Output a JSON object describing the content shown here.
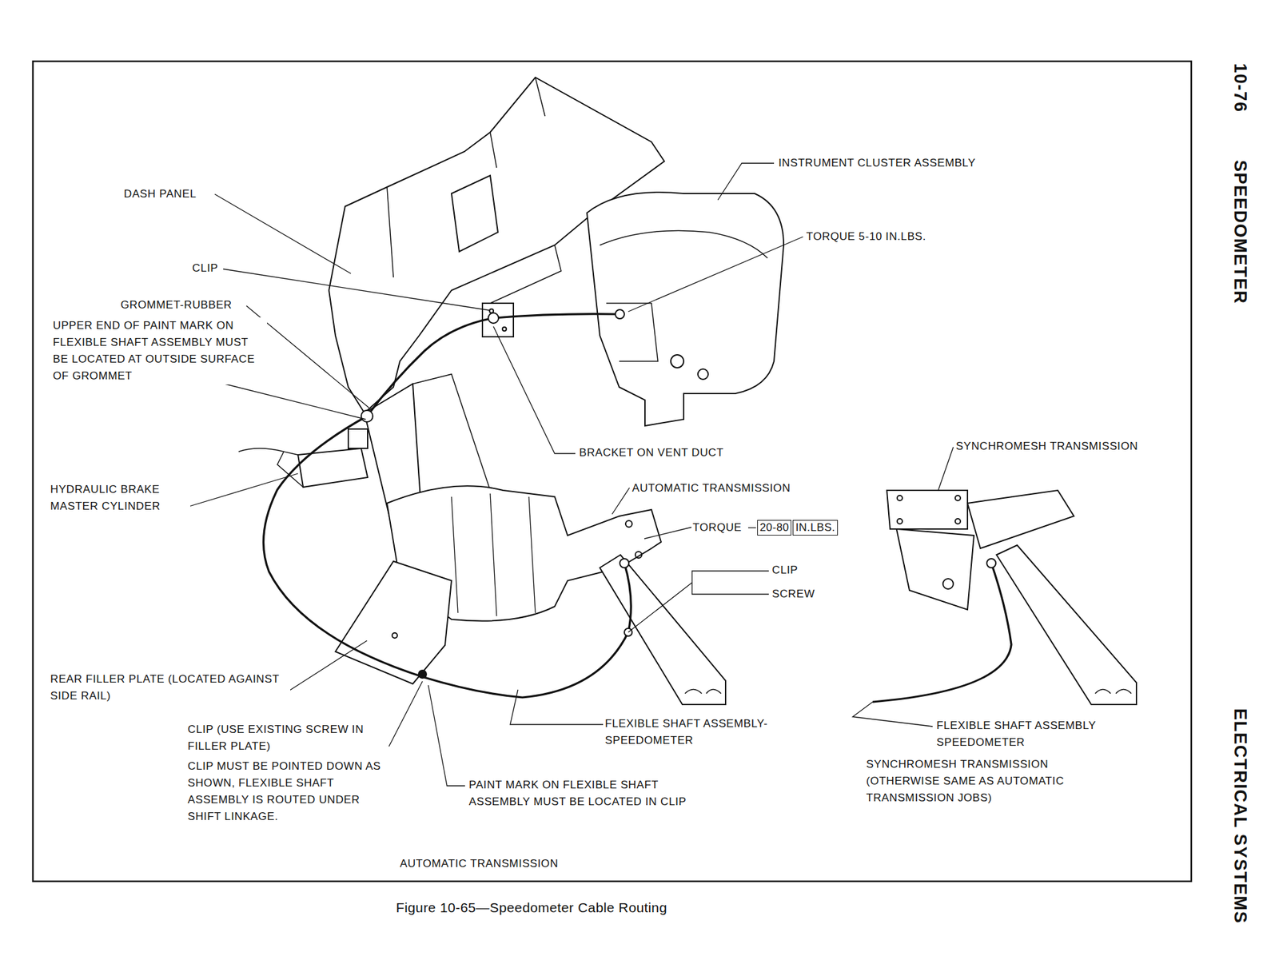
{
  "diagram": {
    "caption": "Figure 10-65—Speedometer Cable Routing",
    "nodes": [
      {
        "text": [
          "20-80"
        ]
      },
      {
        "text": [
          "IN.LBS."
        ]
      }
    ],
    "labels": [
      "10-76",
      "SPEEDOMETER",
      "ELECTRICAL SYSTEMS",
      "INSTRUMENT CLUSTER ASSEMBLY",
      "DASH PANEL",
      "TORQUE 5-10 IN.LBS.",
      "CLIP",
      "GROMMET-RUBBER",
      "UPPER END OF PAINT MARK ON FLEXIBLE SHAFT ASSEMBLY MUST BE LOCATED AT OUTSIDE SURFACE OF GROMMET",
      "BRACKET ON VENT DUCT",
      "SYNCHROMESH TRANSMISSION",
      "HYDRAULIC BRAKE MASTER CYLINDER",
      "AUTOMATIC TRANSMISSION",
      "TORQUE",
      "CLIP",
      "SCREW",
      "REAR FILLER PLATE (LOCATED AGAINST SIDE RAIL)",
      "FLEXIBLE SHAFT ASSEMBLY- SPEEDOMETER",
      "FLEXIBLE SHAFT ASSEMBLY SPEEDOMETER",
      "CLIP (USE EXISTING SCREW IN FILLER PLATE)",
      "CLIP MUST BE POINTED DOWN AS SHOWN, FLEXIBLE SHAFT ASSEMBLY IS ROUTED UNDER SHIFT LINKAGE.",
      "PAINT MARK ON FLEXIBLE SHAFT ASSEMBLY MUST BE LOCATED IN CLIP",
      "SYNCHROMESH TRANSMISSION (OTHERWISE SAME AS AUTOMATIC TRANSMISSION JOBS)",
      "AUTOMATIC TRANSMISSION"
    ]
  }
}
